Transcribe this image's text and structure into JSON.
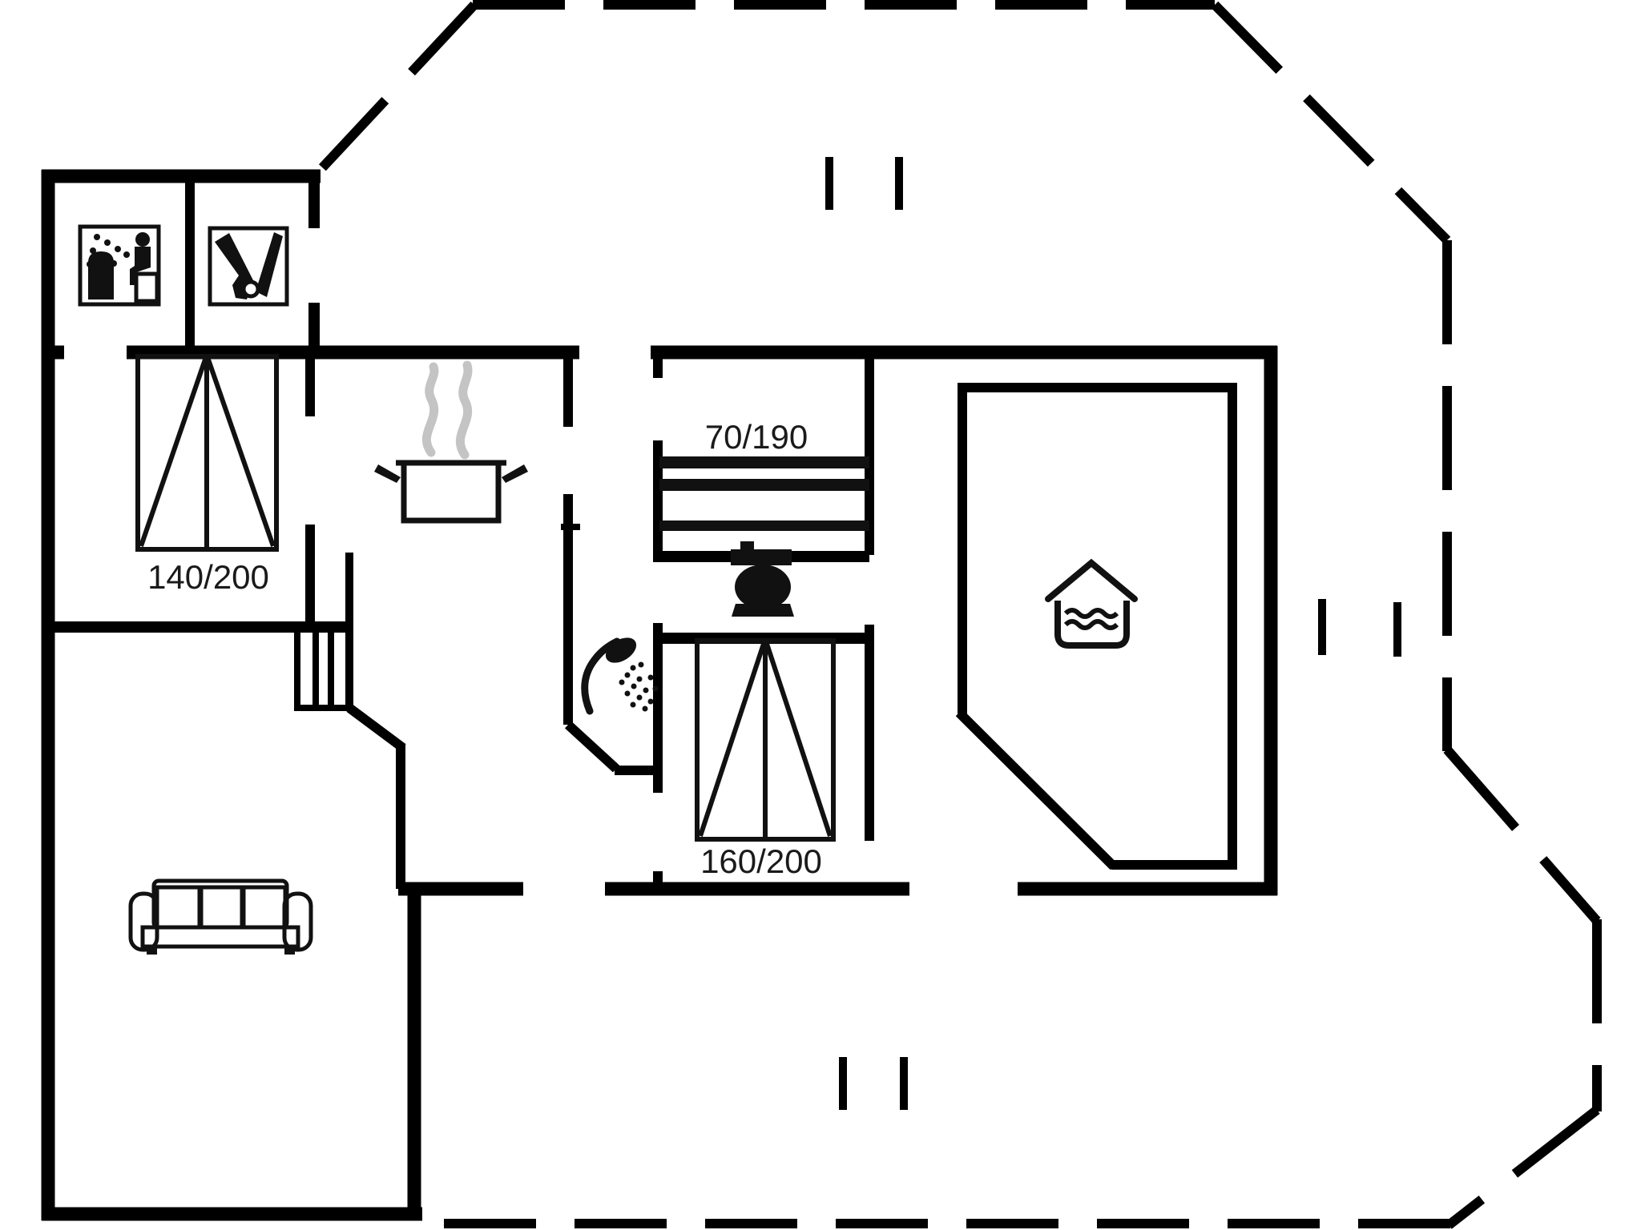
{
  "plan": {
    "type": "holiday-house-floor-plan",
    "labels": {
      "bed_140_200": "140/200",
      "bunk_70_190": "70/190",
      "bed_160_200": "160/200"
    },
    "icons": [
      {
        "name": "sauna-icon",
        "meaning": "sauna room with stove, steam and seated person"
      },
      {
        "name": "whirlpool-icon",
        "meaning": "whirlpool / spa bath"
      },
      {
        "name": "stove-pot-icon",
        "meaning": "kitchen: steaming pot"
      },
      {
        "name": "toilet-icon",
        "meaning": "bathroom toilet"
      },
      {
        "name": "shower-icon",
        "meaning": "shower hand-set with spray"
      },
      {
        "name": "pool-icon",
        "meaning": "indoor swimming pool (house with water)"
      },
      {
        "name": "sofa-icon",
        "meaning": "three-seat sofa in living room"
      },
      {
        "name": "stairs-icon",
        "meaning": "staircase"
      },
      {
        "name": "step-markers",
        "meaning": "terrace entry step marks"
      },
      {
        "name": "terrace-boundary",
        "meaning": "dashed terrace / plot boundary"
      }
    ],
    "colors": {
      "wall": "#000000",
      "icon": "#111111",
      "steam": "#c4c4c4",
      "background": "#ffffff",
      "text": "#1a1a1a"
    }
  }
}
